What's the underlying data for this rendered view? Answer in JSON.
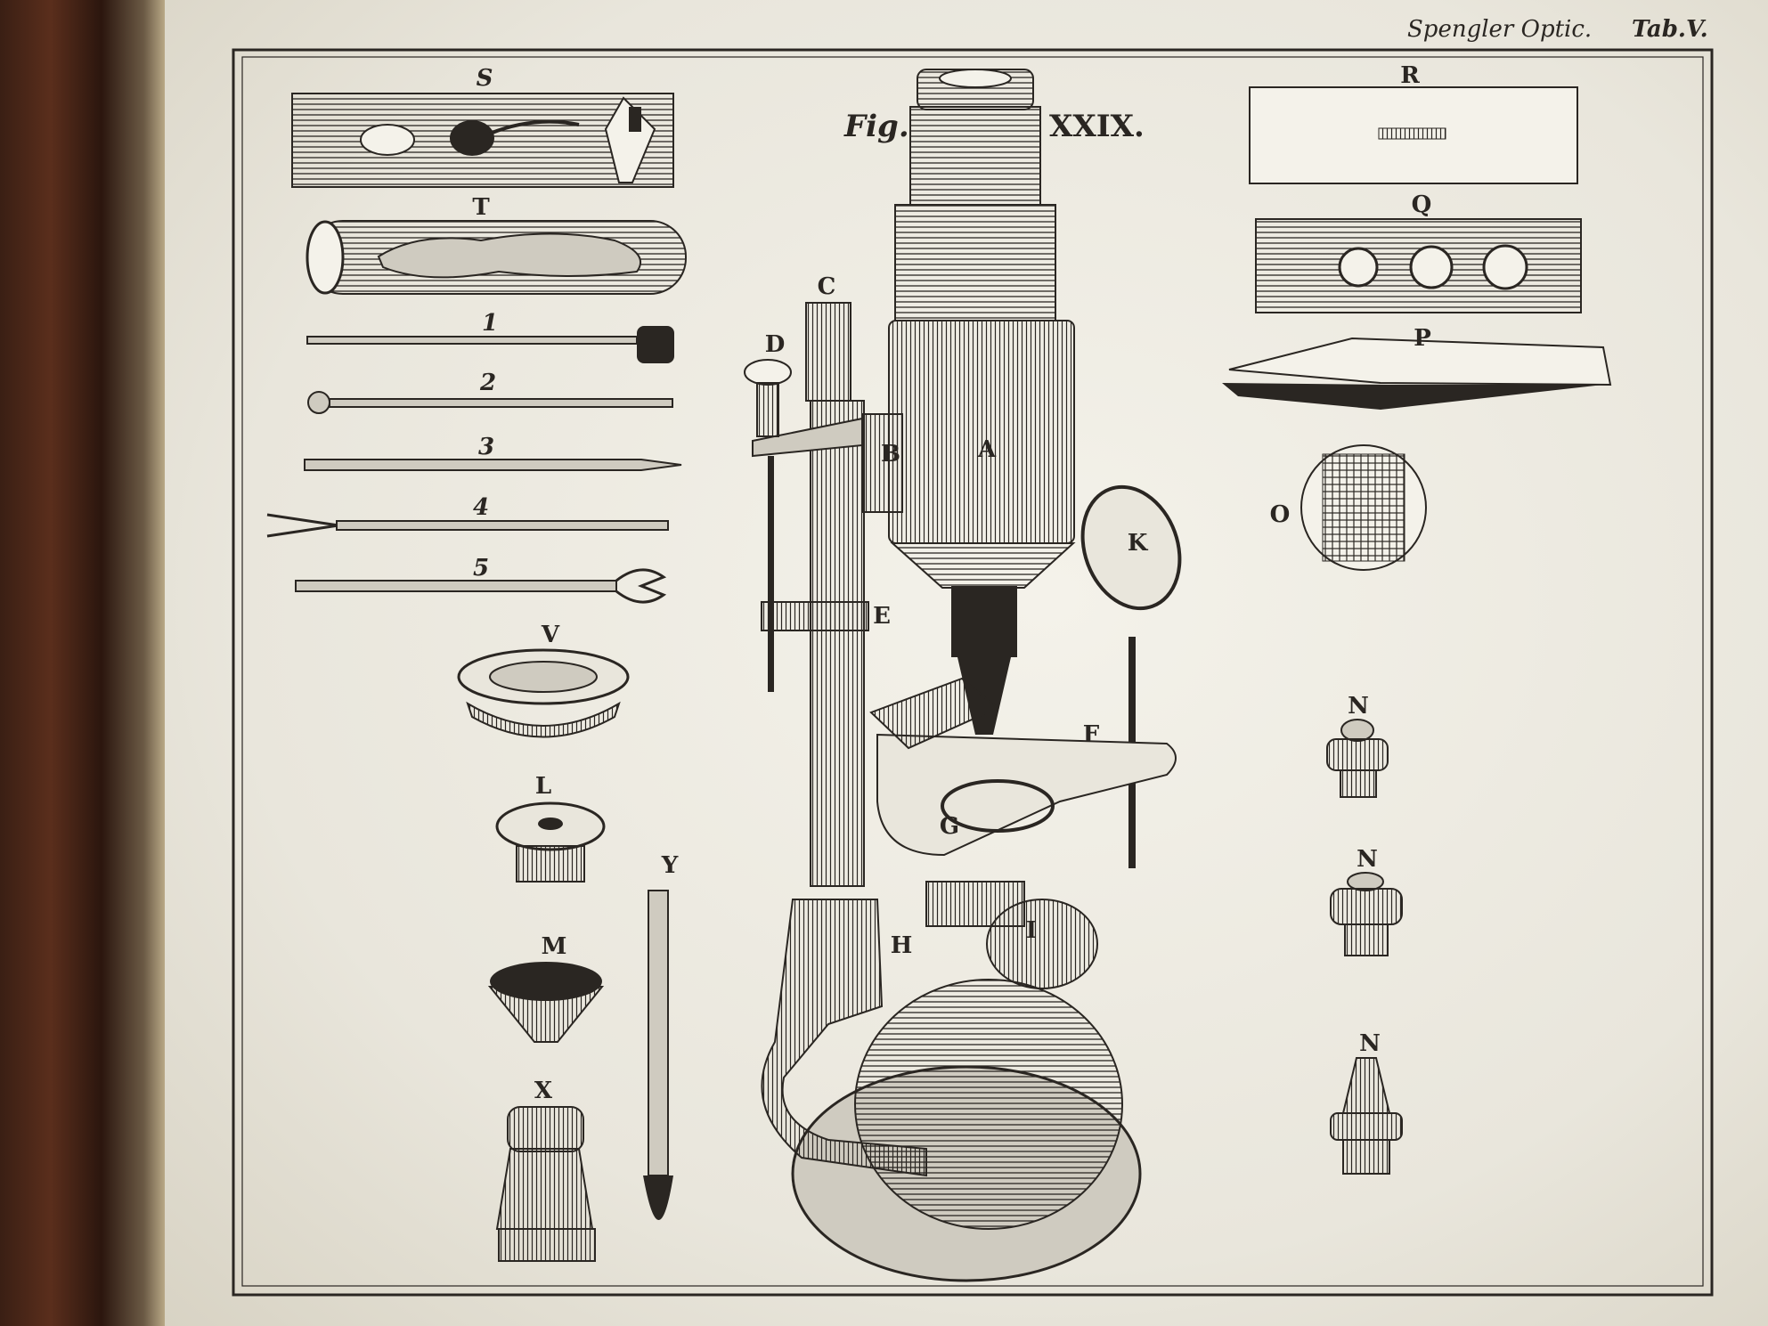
{
  "header": {
    "running_title": "Spengler Optic.",
    "plate_number": "Tab.V."
  },
  "figure": {
    "fig_word": "Fig.",
    "fig_number": "XXIX."
  },
  "labels": {
    "S": "S",
    "T": "T",
    "R": "R",
    "Q": "Q",
    "P": "P",
    "O": "O",
    "n1": "1",
    "n2": "2",
    "n3": "3",
    "n4": "4",
    "n5": "5",
    "V": "V",
    "L": "L",
    "M": "M",
    "X": "X",
    "Y": "Y",
    "C": "C",
    "D": "D",
    "B": "B",
    "A": "A",
    "E": "E",
    "K": "K",
    "F": "F",
    "G": "G",
    "H": "H",
    "I": "I",
    "N1": "N",
    "N2": "N",
    "N3": "N"
  },
  "colors": {
    "ink": "#2a2622",
    "paper": "#ecebe4",
    "binding": "#4a2818"
  }
}
